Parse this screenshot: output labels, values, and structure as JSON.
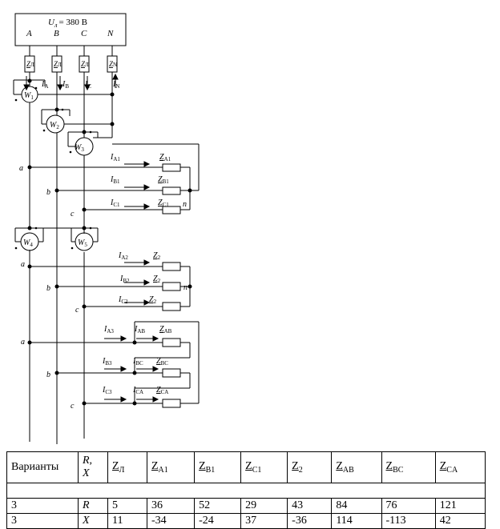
{
  "source": {
    "voltage_prefix": "U",
    "voltage_sub": "л",
    "voltage_value": "= 380 В",
    "phases": [
      "A",
      "B",
      "C",
      "N"
    ]
  },
  "line_impedance_labels": [
    "Z",
    "Z",
    "Z",
    "Z"
  ],
  "line_impedance_subs": [
    "Л",
    "Л",
    "Л",
    "N"
  ],
  "line_currents": [
    {
      "main": "I",
      "sub": "A"
    },
    {
      "main": "I",
      "sub": "B"
    },
    {
      "main": "I",
      "sub": "C"
    },
    {
      "main": "I",
      "sub": "N"
    }
  ],
  "wattmeters": [
    {
      "main": "W",
      "sub": "1"
    },
    {
      "main": "W",
      "sub": "2"
    },
    {
      "main": "W",
      "sub": "3"
    },
    {
      "main": "W",
      "sub": "4"
    },
    {
      "main": "W",
      "sub": "5"
    }
  ],
  "node_labels": {
    "a": "a",
    "b": "b",
    "c": "c",
    "n": "n"
  },
  "load1": {
    "currents": [
      {
        "main": "I",
        "sub": "A1"
      },
      {
        "main": "I",
        "sub": "B1"
      },
      {
        "main": "I",
        "sub": "C1"
      }
    ],
    "impedances": [
      {
        "main": "Z",
        "sub": "A1"
      },
      {
        "main": "Z",
        "sub": "B1"
      },
      {
        "main": "Z",
        "sub": "C1"
      }
    ]
  },
  "load2": {
    "currents": [
      {
        "main": "I",
        "sub": "A2"
      },
      {
        "main": "I",
        "sub": "B2"
      },
      {
        "main": "I",
        "sub": "C2"
      }
    ],
    "impedances": [
      {
        "main": "Z",
        "sub": "2"
      },
      {
        "main": "Z",
        "sub": "2"
      },
      {
        "main": "Z",
        "sub": "2"
      }
    ]
  },
  "load3": {
    "line_currents": [
      {
        "main": "I",
        "sub": "A3"
      },
      {
        "main": "I",
        "sub": "B3"
      },
      {
        "main": "I",
        "sub": "C3"
      }
    ],
    "phase_currents": [
      {
        "main": "I",
        "sub": "AB"
      },
      {
        "main": "I",
        "sub": "BC"
      },
      {
        "main": "I",
        "sub": "CA"
      }
    ],
    "impedances": [
      {
        "main": "Z",
        "sub": "AB"
      },
      {
        "main": "Z",
        "sub": "BC"
      },
      {
        "main": "Z",
        "sub": "CA"
      }
    ]
  },
  "table": {
    "header_variant": "Варианты",
    "header_rx": "R,\nX",
    "columns": [
      {
        "main": "Z",
        "sub": "Л"
      },
      {
        "main": "Z",
        "sub": "A1"
      },
      {
        "main": "Z",
        "sub": "B1"
      },
      {
        "main": "Z",
        "sub": "C1"
      },
      {
        "main": "Z",
        "sub": "2"
      },
      {
        "main": "Z",
        "sub": "AB"
      },
      {
        "main": "Z",
        "sub": "BC"
      },
      {
        "main": "Z",
        "sub": "CA"
      }
    ],
    "rows": [
      {
        "variant": "3",
        "param": "R",
        "values": [
          "5",
          "36",
          "52",
          "29",
          "43",
          "84",
          "76",
          "121"
        ]
      },
      {
        "variant": "3",
        "param": "X",
        "values": [
          "11",
          "-34",
          "-24",
          "37",
          "-36",
          "114",
          "-113",
          "42"
        ]
      }
    ]
  }
}
